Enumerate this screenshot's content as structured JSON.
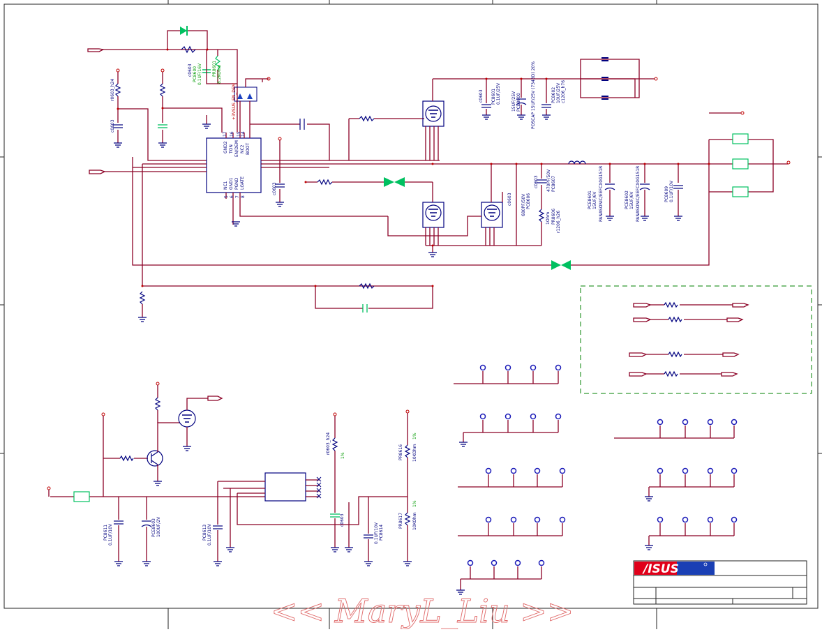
{
  "watermark": "<< MaryL_Liu >>",
  "logo": {
    "text": "/ISUS",
    "colors": [
      "#e0001a",
      "#1a3fb4"
    ]
  },
  "ic_pins": {
    "left": [
      "GND2",
      "TON",
      "EN/DEM",
      "NC2",
      "NC1",
      "GND1",
      "PGND",
      "LGATE"
    ],
    "right": [
      "BOOT"
    ],
    "left_numbers": [
      "17",
      "16",
      "15",
      "14",
      "5",
      "6",
      "7",
      "8"
    ]
  },
  "labels": {
    "c0603_1": "c0603",
    "c0603_2": "c0603",
    "c0603_3": "c0603",
    "c0603_4": "c0603",
    "c0603_5": "c0603",
    "r0603_h24_1": "r0603_h24",
    "r0603_h24_2": "r0603_h24",
    "r1206_h26": "r1206_h26",
    "pcb_cap_top": "PC8601",
    "pcb_cap_top_val": "0.1UF/25V",
    "pce_cap_top": "PCE8600",
    "pce_cap_top_val": "15UF/25V",
    "pcb_cap_top2": "PC8602",
    "pcb_cap_top2_val": "10UF/25V",
    "pcb_cap_top2_foot": "c1206_h76",
    "poscap": "POSCAP 15UF/25V (7343D) 20%",
    "en_dem": "+3VSUS_EN_DEM",
    "r_green": "PR8601",
    "r_green_val": "8.2KOhm",
    "c_green": "PC8600",
    "c_green_val": "0.1UF/16V",
    "pc8607": "PC8607",
    "pc8607_val": "470PF/50V",
    "pc8606": "PC8606",
    "pc8606_val": "680PF/50V",
    "pr8606": "PR8606",
    "pr8606_val": "1Ohm",
    "pce8601": "PCE8601",
    "pce8601_val": "15UF/6V",
    "pce8601_part": "PANASONIC/EEFCX0G151R",
    "pce8602": "PCE8602",
    "pce8602_val": "15UF/6V",
    "pce8602_part": "PANASONIC/EEFCX0G151R",
    "pc8609": "PC8609",
    "pc8609_val": "0.1UF/10V",
    "pc8611": "PC8611",
    "pc8611_val": "0.1UF/10V",
    "pce8603": "PCE8603",
    "pce8603_val": "100UF/2V",
    "pc8613": "PC8613",
    "pc8613_val": "0.1UF/10V",
    "pc8614": "PC8614",
    "pc8614_val": "0.1UF/10V",
    "pr8616": "PR8616",
    "pr8616_val": "10KOhm",
    "pr8616_tol": "1%",
    "pr8617": "PR8617",
    "pr8617_val": "10KOhm",
    "pr8617_tol": "1%",
    "r_tol": "1%"
  },
  "colors": {
    "wire": "#8b0025",
    "component": "#00007f",
    "green": "#00c060",
    "dashed": "#008000"
  }
}
